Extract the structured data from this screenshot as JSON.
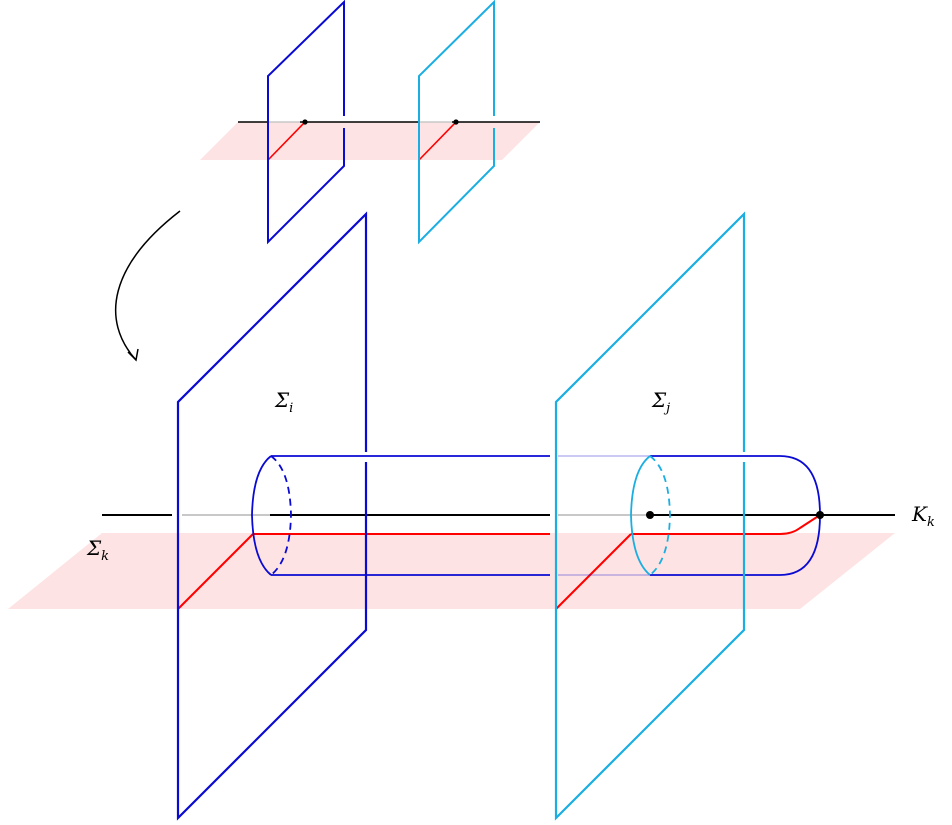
{
  "colors": {
    "sigma_i": "#0a0ad2",
    "sigma_j": "#1aaee2",
    "plane_k": "#fde3e3",
    "curve": "#ff0000",
    "knot": "#000000",
    "faded": "#c8c8c8"
  },
  "labels": {
    "sigma_i": {
      "base": "Σ",
      "sub": "i"
    },
    "sigma_j": {
      "base": "Σ",
      "sub": "j"
    },
    "sigma_k": {
      "base": "Σ",
      "sub": "k"
    },
    "knot_k": {
      "base": "K",
      "sub": "k"
    }
  },
  "icons": {
    "transition_arrow": "curved-arrow-icon"
  }
}
